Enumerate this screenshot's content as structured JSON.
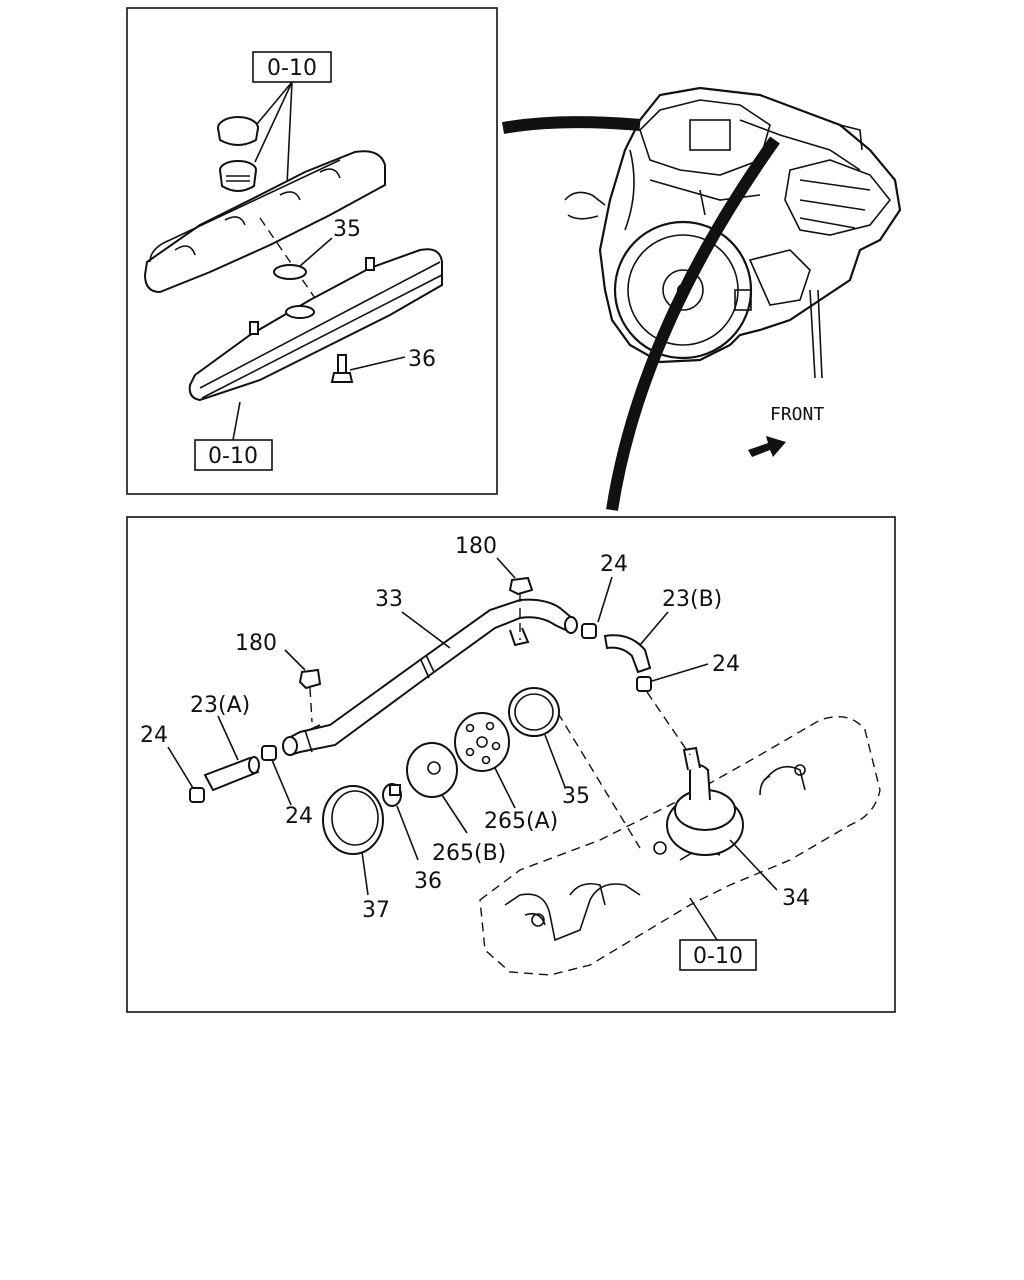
{
  "callouts": {
    "top_ref_box": "0-10",
    "top_35": "35",
    "top_36": "36",
    "top_ref_box2": "0-10",
    "front": "FRONT",
    "l180a": "180",
    "l180b": "180",
    "l33": "33",
    "l24a": "24",
    "l23b": "23(B)",
    "l24b": "24",
    "l23a": "23(A)",
    "l24c": "24",
    "l24d": "24",
    "l35": "35",
    "l265a": "265(A)",
    "l265b": "265(B)",
    "l36": "36",
    "l37": "37",
    "l34": "34",
    "bottom_ref_box": "0-10"
  }
}
